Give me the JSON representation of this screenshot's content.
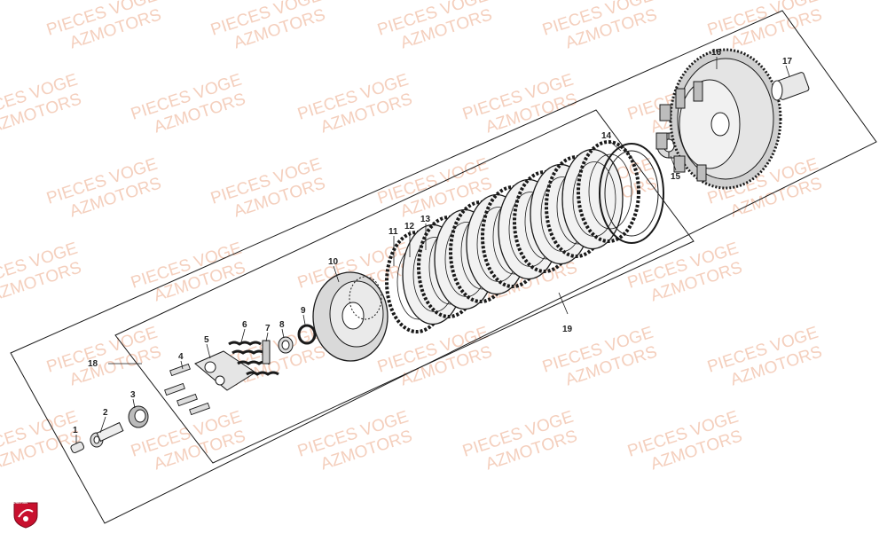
{
  "watermark": {
    "line1": "PIECES VOGE",
    "line2": "AZMOTORS"
  },
  "callouts": [
    "1",
    "2",
    "3",
    "4",
    "5",
    "6",
    "7",
    "8",
    "9",
    "10",
    "11",
    "12",
    "13",
    "14",
    "15",
    "16",
    "17",
    "18",
    "19"
  ],
  "logo": {
    "text": "AZMOTORS",
    "icon": "brand-shield-icon",
    "color": "#c8102e"
  },
  "colors": {
    "watermark": "#f3c7b2",
    "ink": "#1a1a1a"
  }
}
